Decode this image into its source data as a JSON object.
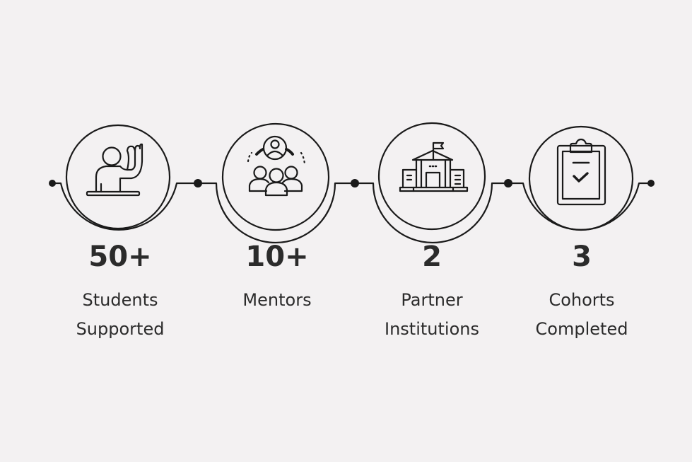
{
  "stats": [
    {
      "value": "50+",
      "label_line1": "Students",
      "label_line2": "Supported",
      "icon": "raised-hand-student-icon"
    },
    {
      "value": "10+",
      "label_line1": "Mentors",
      "label_line2": "",
      "icon": "mentor-group-icon"
    },
    {
      "value": "2",
      "label_line1": "Partner",
      "label_line2": "Institutions",
      "icon": "institution-building-icon"
    },
    {
      "value": "3",
      "label_line1": "Cohorts",
      "label_line2": "Completed",
      "icon": "clipboard-check-icon"
    }
  ],
  "colors": {
    "background": "#f3f1f2",
    "stroke": "#1a1a1a",
    "text": "#2b2b2b"
  }
}
